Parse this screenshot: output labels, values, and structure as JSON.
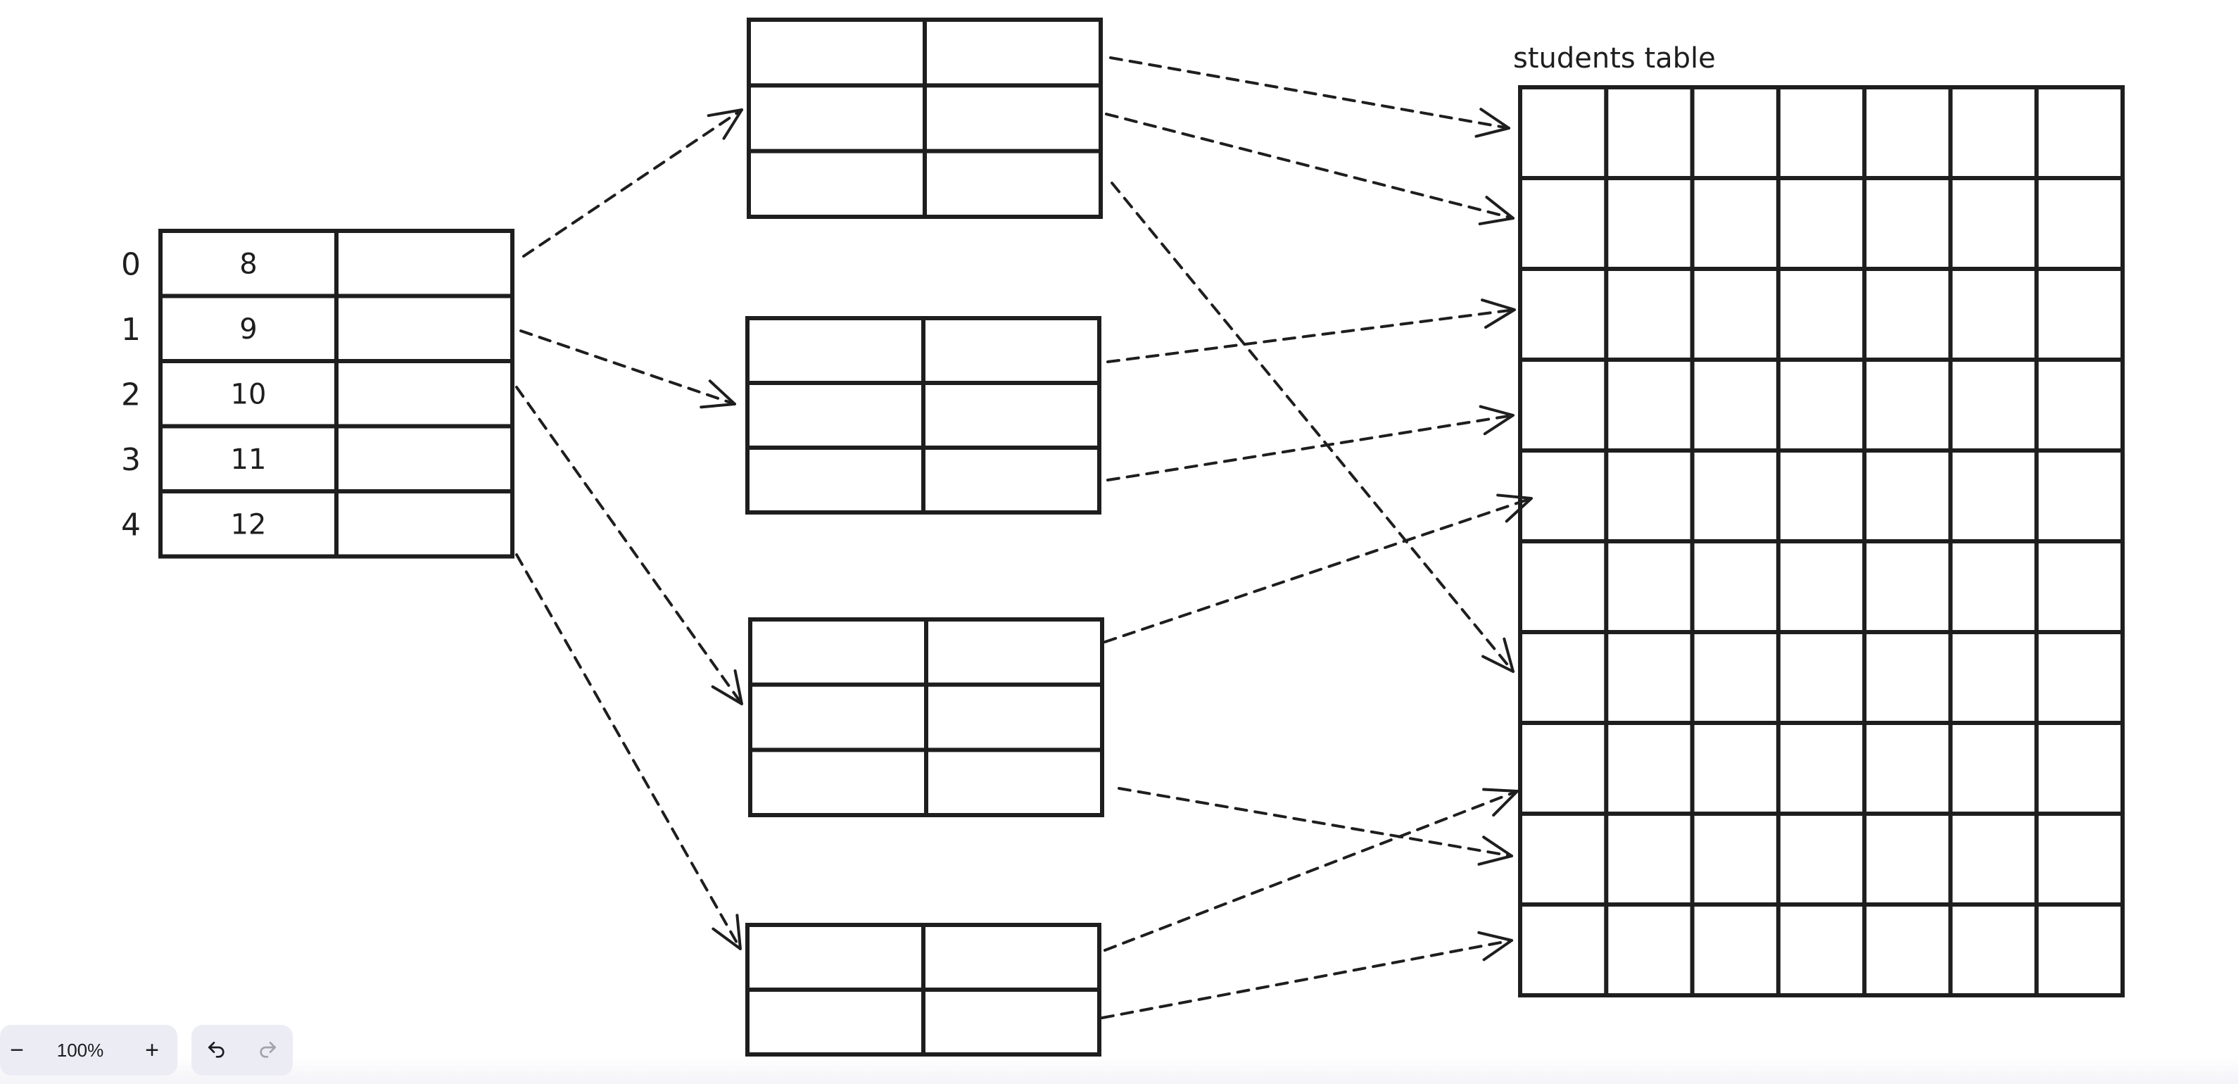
{
  "diagram": {
    "index_table": {
      "indices": [
        "0",
        "1",
        "2",
        "3",
        "4"
      ],
      "values": [
        "8",
        "9",
        "10",
        "11",
        "12"
      ]
    },
    "students_table": {
      "title": "students table"
    }
  },
  "toolbar": {
    "zoom_out_label": "−",
    "zoom_level": "100%",
    "zoom_in_label": "+",
    "undo_icon": "undo-icon",
    "redo_icon": "redo-icon"
  }
}
